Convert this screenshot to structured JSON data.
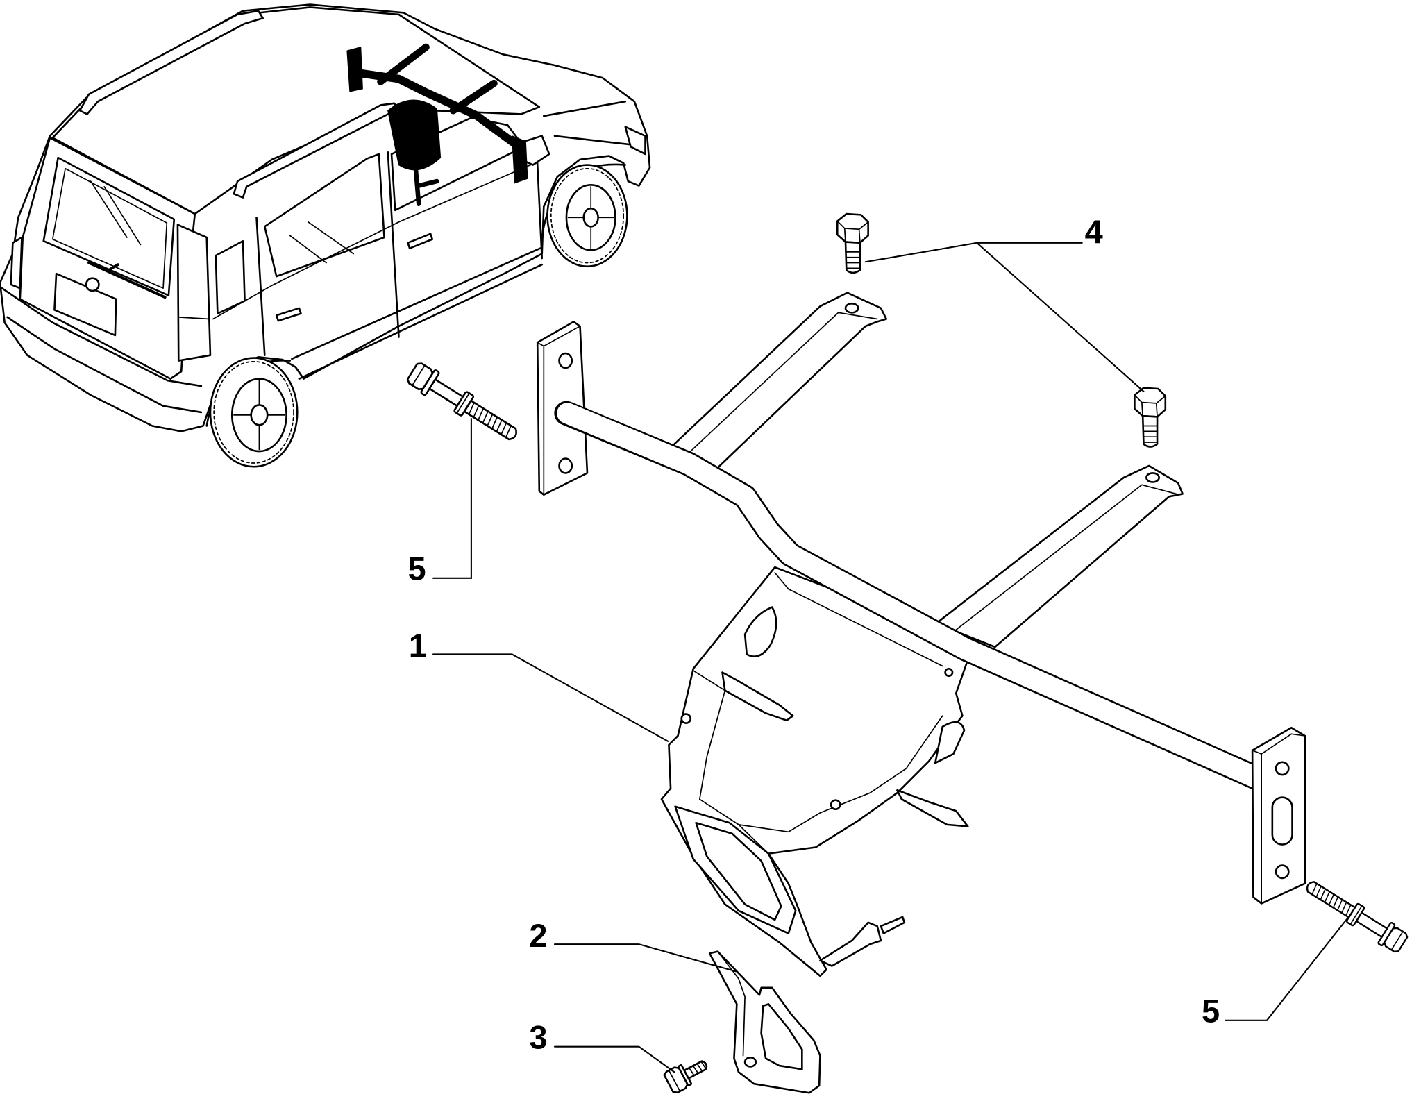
{
  "diagram": {
    "callouts": [
      {
        "label": "4"
      },
      {
        "label": "5"
      },
      {
        "label": "1"
      },
      {
        "label": "2"
      },
      {
        "label": "3"
      },
      {
        "label": "5"
      }
    ]
  },
  "colors": {
    "line": "#000000",
    "background": "#ffffff"
  }
}
